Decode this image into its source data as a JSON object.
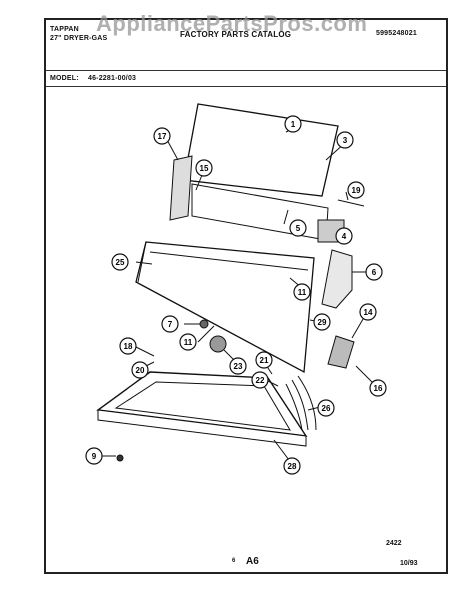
{
  "header": {
    "brand": "TAPPAN",
    "product": "27\" DRYER-GAS",
    "catalog_title": "FACTORY PARTS CATALOG",
    "catalog_number": "5995248021",
    "model_label": "MODEL:",
    "model_number": "46-2281-00/03"
  },
  "watermark": "AppliancePartsPros.com",
  "callouts": [
    "1",
    "3",
    "17",
    "15",
    "19",
    "5",
    "4",
    "25",
    "6",
    "11",
    "7",
    "14",
    "11",
    "29",
    "18",
    "20",
    "23",
    "21",
    "22",
    "16",
    "26",
    "9",
    "28"
  ],
  "footer": {
    "diagram_code": "2422",
    "page_small": "6",
    "page": "A6",
    "date": "10/93"
  }
}
